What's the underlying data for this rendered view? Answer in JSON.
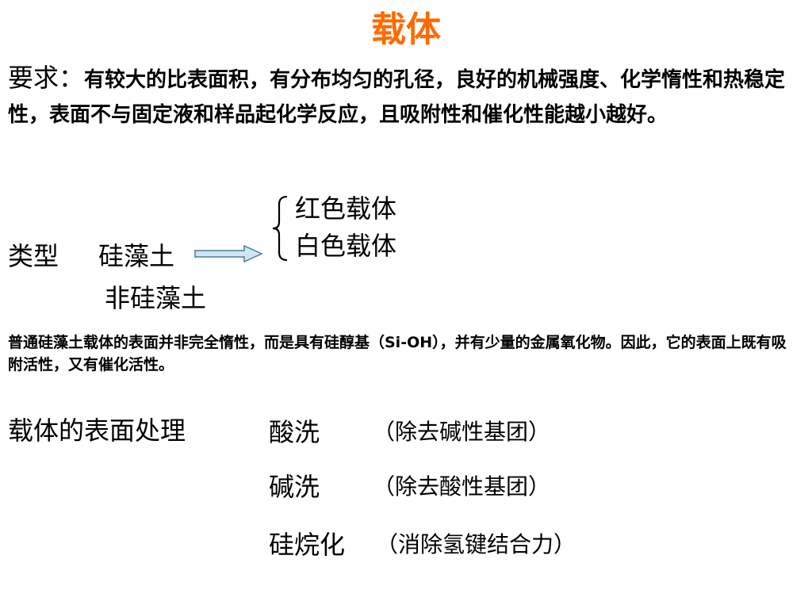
{
  "title": "载体",
  "requirements": {
    "label": "要求：",
    "text": "有较大的比表面积，有分布均匀的孔径，良好的机械强度、化学惰性和热稳定性，表面不与固定液和样品起化学反应，且吸附性和催化性能越小越好。"
  },
  "types": {
    "label": "类型",
    "diatomite": "硅藻土",
    "non_diatomite": "非硅藻土",
    "diatomite_subtypes": [
      "红色载体",
      "白色载体"
    ]
  },
  "diatomite_note": "普通硅藻土载体的表面并非完全惰性，而是具有硅醇基（Si-OH），并有少量的金属氧化物。因此，它的表面上既有吸附活性，又有催化活性。",
  "surface_treatment": {
    "label": "载体的表面处理",
    "methods": [
      {
        "name": "酸洗",
        "note": "（除去碱性基团）"
      },
      {
        "name": "碱洗",
        "note": "（除去酸性基团）"
      },
      {
        "name": "硅烷化",
        "note": "（消除氢键结合力）"
      }
    ]
  },
  "colors": {
    "title": "#ff6a00",
    "arrow_fill": "#cfe6f2",
    "arrow_stroke": "#4a7e94"
  }
}
